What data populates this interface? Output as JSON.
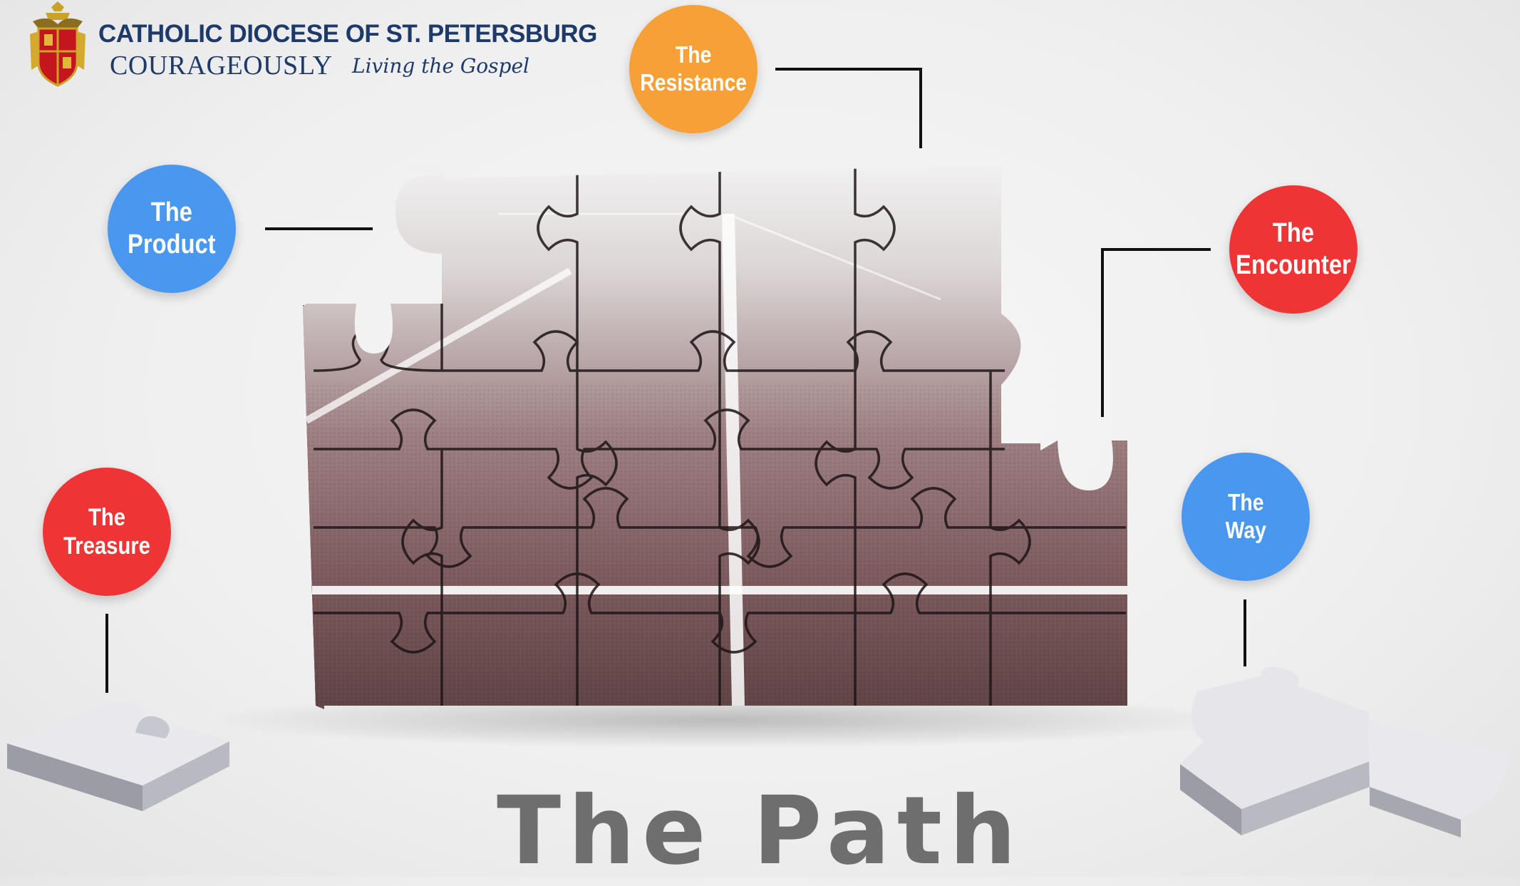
{
  "logo": {
    "line1": "CATHOLIC DIOCESE OF ST. PETERSBURG",
    "line2": "COURAGEOUSLY",
    "line3": "Living the Gospel",
    "icon": "coat-of-arms-icon"
  },
  "nodes": {
    "resistance": {
      "label": "The\nResistance",
      "color": "#f7a035"
    },
    "product": {
      "label": "The\nProduct",
      "color": "#4a97ef"
    },
    "encounter": {
      "label": "The\nEncounter",
      "color": "#ee3434"
    },
    "treasure": {
      "label": "The Treasure",
      "color": "#ee3434"
    },
    "way": {
      "label": "The\nWay",
      "color": "#4a97ef"
    }
  },
  "title": "The Path",
  "colors": {
    "track": "#7d5b5e",
    "track_dark": "#4c3537",
    "mist": "#f1f1f1",
    "piece": "#e9e9ed",
    "connector": "#111111",
    "title": "#6e6e6e"
  },
  "icons": [
    "coat-of-arms-icon",
    "puzzle-piece-icon"
  ]
}
